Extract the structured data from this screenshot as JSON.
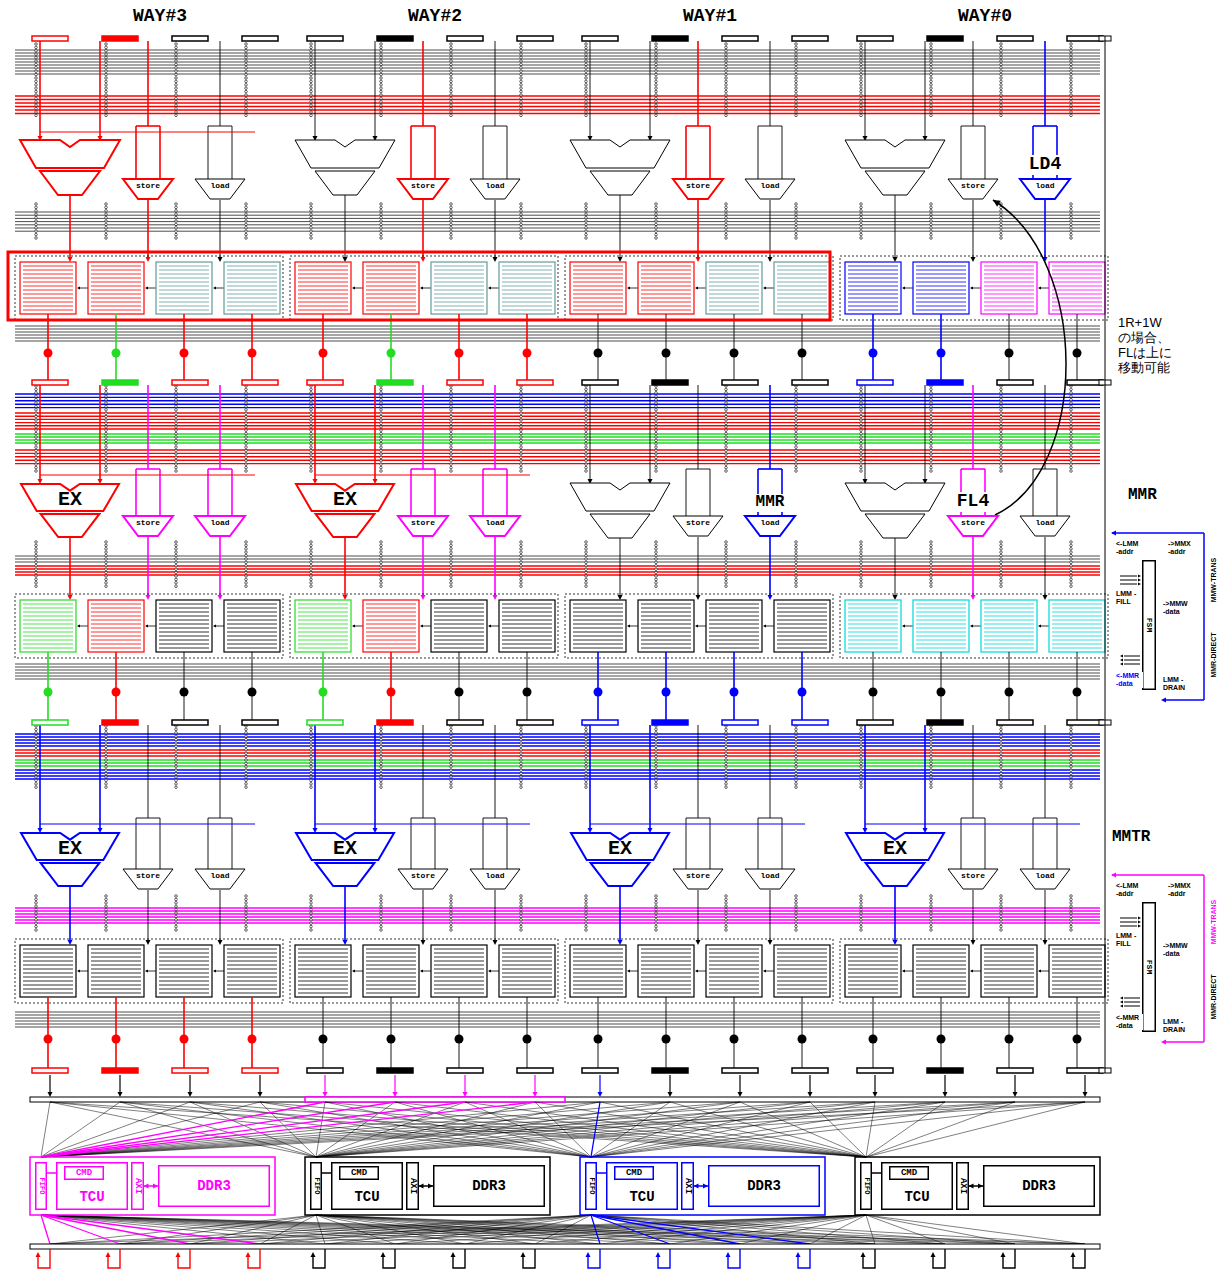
{
  "diagram": {
    "nodes": [
      {
        "text": [
          "store"
        ]
      },
      {
        "text": [
          "load"
        ]
      },
      {
        "text": [
          "store"
        ]
      },
      {
        "text": [
          "load"
        ]
      },
      {
        "text": [
          "store"
        ]
      },
      {
        "text": [
          "load"
        ]
      },
      {
        "text": [
          "store"
        ]
      },
      {
        "text": [
          "LD4",
          "load"
        ]
      },
      {
        "text": [
          "EX"
        ]
      },
      {
        "text": [
          "store"
        ]
      },
      {
        "text": [
          "load"
        ]
      },
      {
        "text": [
          "EX"
        ]
      },
      {
        "text": [
          "store"
        ]
      },
      {
        "text": [
          "load"
        ]
      },
      {
        "text": [
          "store"
        ]
      },
      {
        "text": [
          "MMR",
          "load"
        ]
      },
      {
        "text": [
          "FL4",
          "store"
        ]
      },
      {
        "text": [
          "load"
        ]
      },
      {
        "text": [
          "FSM"
        ]
      },
      {
        "text": [
          "EX"
        ]
      },
      {
        "text": [
          "store"
        ]
      },
      {
        "text": [
          "load"
        ]
      },
      {
        "text": [
          "EX"
        ]
      },
      {
        "text": [
          "store"
        ]
      },
      {
        "text": [
          "load"
        ]
      },
      {
        "text": [
          "EX"
        ]
      },
      {
        "text": [
          "store"
        ]
      },
      {
        "text": [
          "load"
        ]
      },
      {
        "text": [
          "EX"
        ]
      },
      {
        "text": [
          "store"
        ]
      },
      {
        "text": [
          "load"
        ]
      },
      {
        "text": [
          "FSM"
        ]
      },
      {
        "text": [
          "FIFO"
        ]
      },
      {
        "text": [
          "TCU"
        ]
      },
      {
        "text": [
          "CMD"
        ],
        "in": 33
      },
      {
        "text": [
          "AXI"
        ]
      },
      {
        "text": [
          "DDR3"
        ]
      },
      {
        "text": [
          "FIFO"
        ]
      },
      {
        "text": [
          "TCU"
        ]
      },
      {
        "text": [
          "CMD"
        ],
        "in": 38
      },
      {
        "text": [
          "AXI"
        ]
      },
      {
        "text": [
          "DDR3"
        ]
      },
      {
        "text": [
          "FIFO"
        ]
      },
      {
        "text": [
          "TCU"
        ]
      },
      {
        "text": [
          "CMD"
        ],
        "in": 43
      },
      {
        "text": [
          "AXI"
        ]
      },
      {
        "text": [
          "DDR3"
        ]
      },
      {
        "text": [
          "FIFO"
        ]
      },
      {
        "text": [
          "TCU"
        ]
      },
      {
        "text": [
          "CMD"
        ],
        "in": 48
      },
      {
        "text": [
          "AXI"
        ]
      },
      {
        "text": [
          "DDR3"
        ]
      }
    ],
    "edges": [
      {
        "from": 16,
        "to": 6,
        "arrow": "to"
      },
      {
        "from": 32,
        "to": 34,
        "arrow": "to"
      },
      {
        "from": 35,
        "to": 36,
        "arrow": "both"
      },
      {
        "from": 37,
        "to": 39,
        "arrow": "to"
      },
      {
        "from": 40,
        "to": 41,
        "arrow": "both"
      },
      {
        "from": 42,
        "to": 44,
        "arrow": "to"
      },
      {
        "from": 45,
        "to": 46,
        "arrow": "both"
      },
      {
        "from": 47,
        "to": 49,
        "arrow": "to"
      },
      {
        "from": 50,
        "to": 51,
        "arrow": "both"
      }
    ],
    "labels": [
      "WAY#3",
      "WAY#2",
      "WAY#1",
      "WAY#0",
      "1R+1W の場合、 FLは上に 移動可能",
      "MMR",
      "<-LMM -addr",
      "->MMX -addr",
      "LMM -FILL",
      "->MMW -data",
      "<-MMR -data",
      "LMM -DRAIN",
      "MMW-TRANS",
      "MMR-DIRECT",
      "MMTR",
      "<-LMM -addr",
      "->MMX -addr",
      "LMM -FILL",
      "->MMW -data",
      "<-MMR -data",
      "LMM -DRAIN",
      "MMW-TRANS",
      "MMR-DIRECT"
    ]
  }
}
